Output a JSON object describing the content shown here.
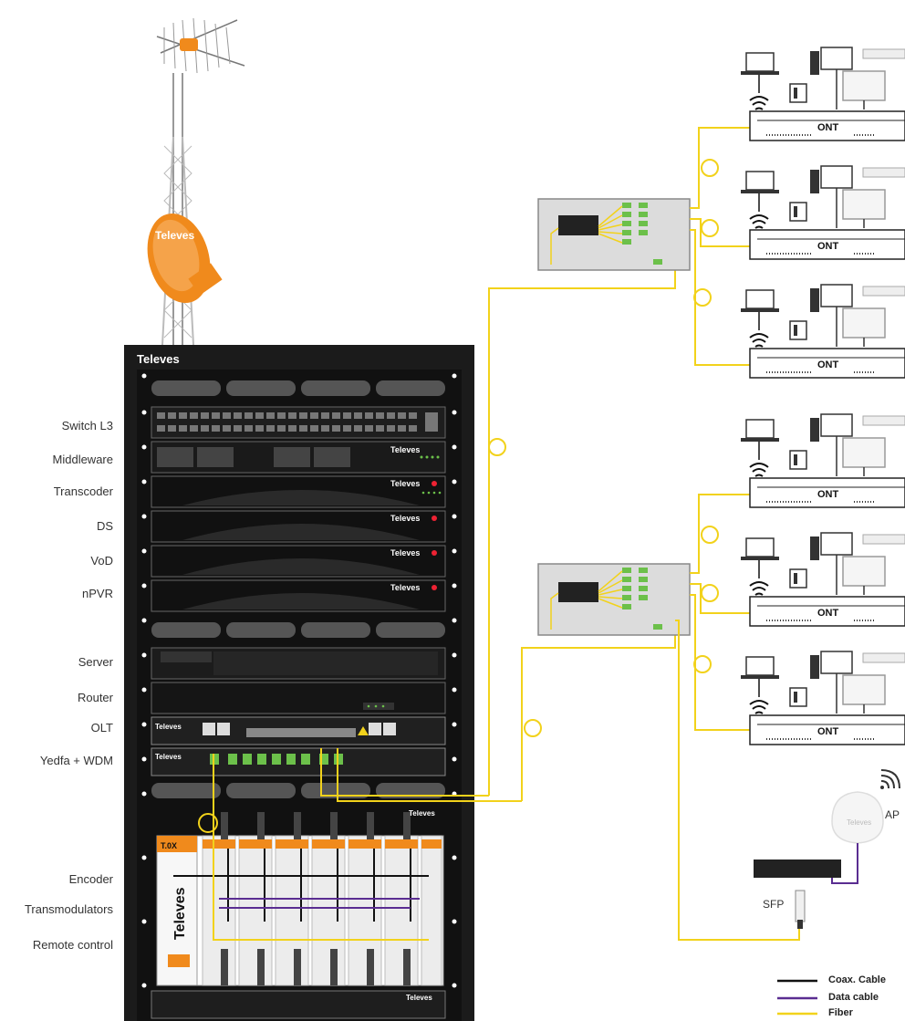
{
  "brand": "Televes",
  "rack_labels": [
    {
      "id": "switch-l3",
      "text": "Switch L3"
    },
    {
      "id": "middleware",
      "text": "Middleware"
    },
    {
      "id": "transcoder",
      "text": "Transcoder"
    },
    {
      "id": "ds",
      "text": "DS"
    },
    {
      "id": "vod",
      "text": "VoD"
    },
    {
      "id": "npvr",
      "text": "nPVR"
    },
    {
      "id": "server",
      "text": "Server"
    },
    {
      "id": "router",
      "text": "Router"
    },
    {
      "id": "olt",
      "text": "OLT"
    },
    {
      "id": "yedfa-wdm",
      "text": "Yedfa + WDM"
    },
    {
      "id": "encoder",
      "text": "Encoder"
    },
    {
      "id": "transmodulators",
      "text": "Transmodulators"
    },
    {
      "id": "remote-control",
      "text": "Remote control"
    }
  ],
  "ont_label": "ONT",
  "ap_label": "AP",
  "sfp_label": "SFP",
  "t0x_label": "T.0X",
  "legend": [
    {
      "text": "Coax. Cable",
      "color": "#111111"
    },
    {
      "text": "Data cable",
      "color": "#5a2d91"
    },
    {
      "text": "Fiber",
      "color": "#f2d21b"
    }
  ],
  "colors": {
    "fiber": "#f2d21b",
    "coax": "#111111",
    "data": "#5a2d91",
    "accent": "#f08a1c",
    "rack": "#1b1b1b",
    "green": "#6cc04a"
  }
}
